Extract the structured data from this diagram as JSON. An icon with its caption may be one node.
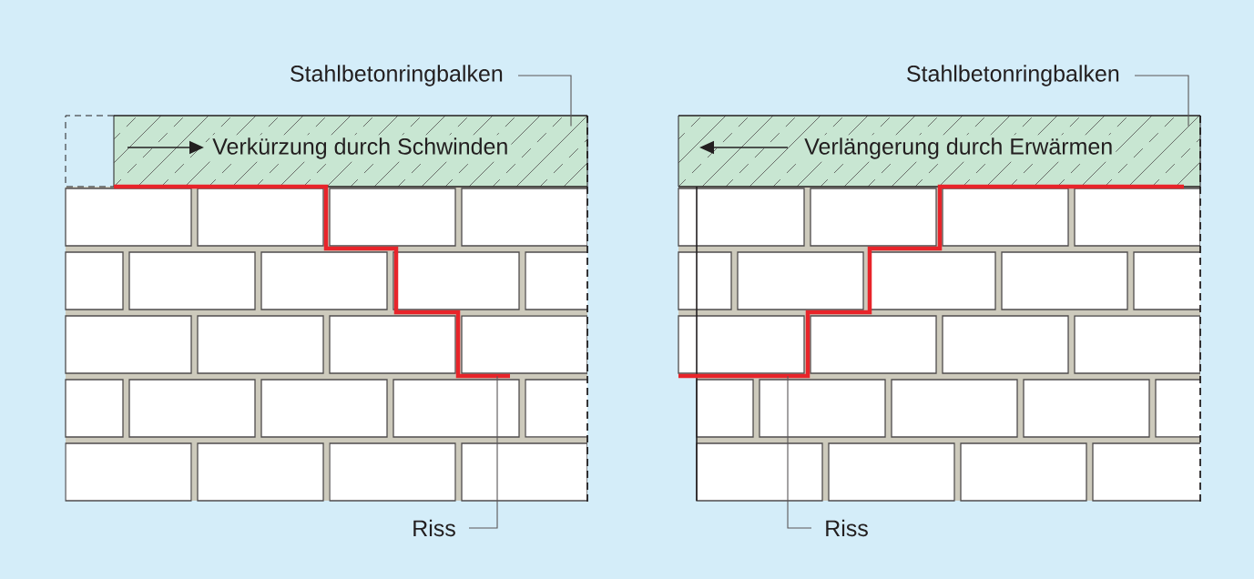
{
  "diagram": {
    "nodes": [
      {
        "text": [
          "Stahlbetonringbalken"
        ]
      },
      {
        "text": [
          "Verkürzung durch Schwinden"
        ]
      },
      {
        "text": [
          "Riss"
        ]
      },
      {
        "text": [],
        "shape": "crack"
      },
      {
        "text": [
          "Stahlbetonringbalken"
        ]
      },
      {
        "text": [
          "Verlängerung durch Erwärmen"
        ]
      },
      {
        "text": [
          "Riss"
        ]
      },
      {
        "text": [],
        "shape": "crack"
      }
    ],
    "edges": [
      {
        "from": 0,
        "to": 1,
        "arrow": "none"
      },
      {
        "from": 2,
        "to": 3,
        "arrow": "none"
      },
      {
        "from": 4,
        "to": 5,
        "arrow": "none"
      },
      {
        "from": 6,
        "to": 7,
        "arrow": "none"
      }
    ]
  }
}
